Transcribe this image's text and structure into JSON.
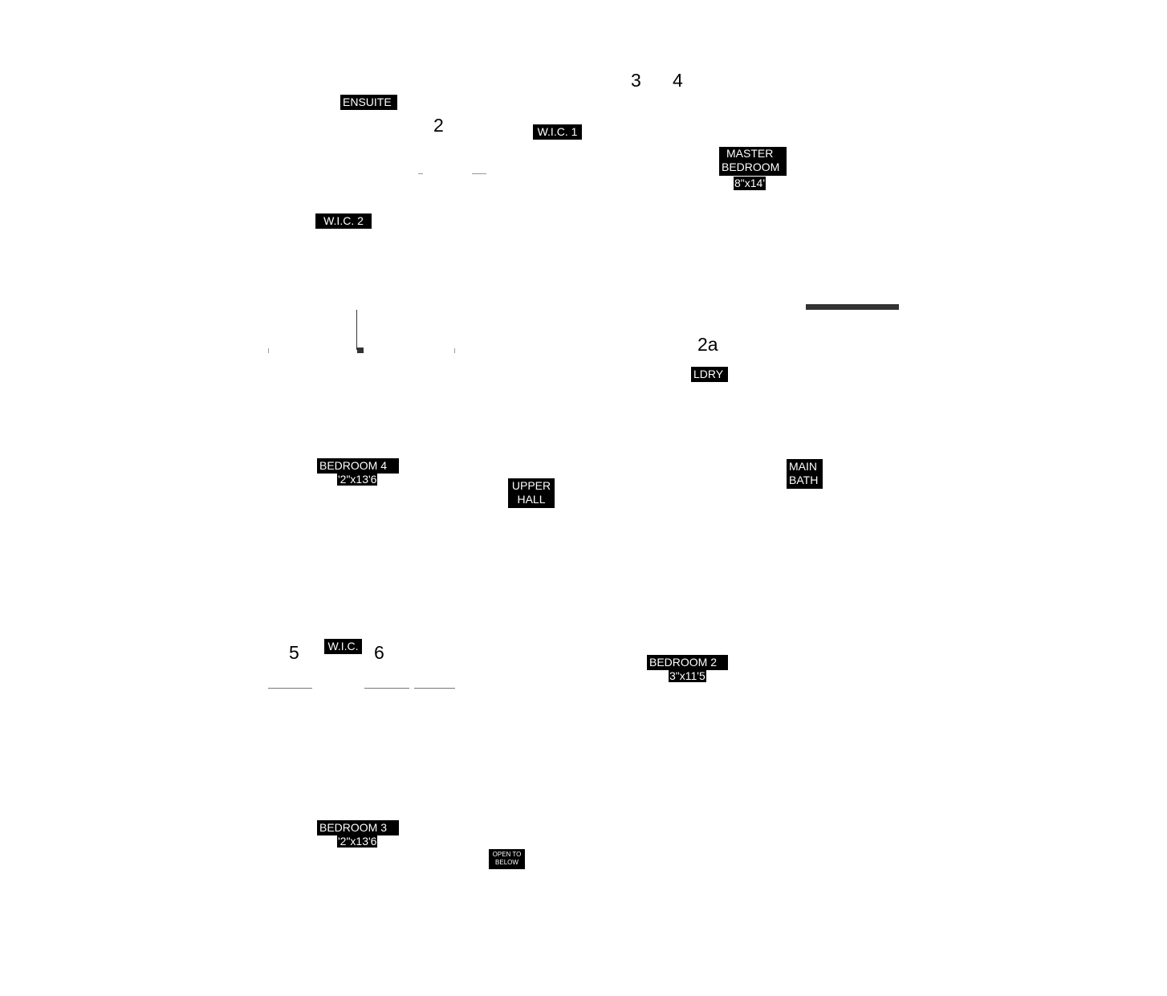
{
  "labels": {
    "ensuite": "ENSUITE",
    "wic1": "W.I.C. 1",
    "wic2": "W.I.C. 2",
    "master": {
      "line1": "MASTER",
      "line2": "BEDROOM",
      "dims": "8\"x14'"
    },
    "ldry": "LDRY",
    "bedroom4": {
      "name": "BEDROOM 4",
      "dims": "'2\"x13'6"
    },
    "upper_hall": {
      "line1": "UPPER",
      "line2": "HALL"
    },
    "main_bath": {
      "line1": "MAIN",
      "line2": "BATH"
    },
    "wic": "W.I.C.",
    "bedroom2": {
      "name": "BEDROOM 2",
      "dims": "3\"x11'5"
    },
    "bedroom3": {
      "name": "BEDROOM 3",
      "dims": "'2\"x13'6"
    },
    "open_below": {
      "line1": "OPEN TO",
      "line2": "BELOW"
    }
  },
  "numbers": {
    "n2": "2",
    "n3": "3",
    "n4": "4",
    "n2a": "2a",
    "n5": "5",
    "n6": "6"
  }
}
